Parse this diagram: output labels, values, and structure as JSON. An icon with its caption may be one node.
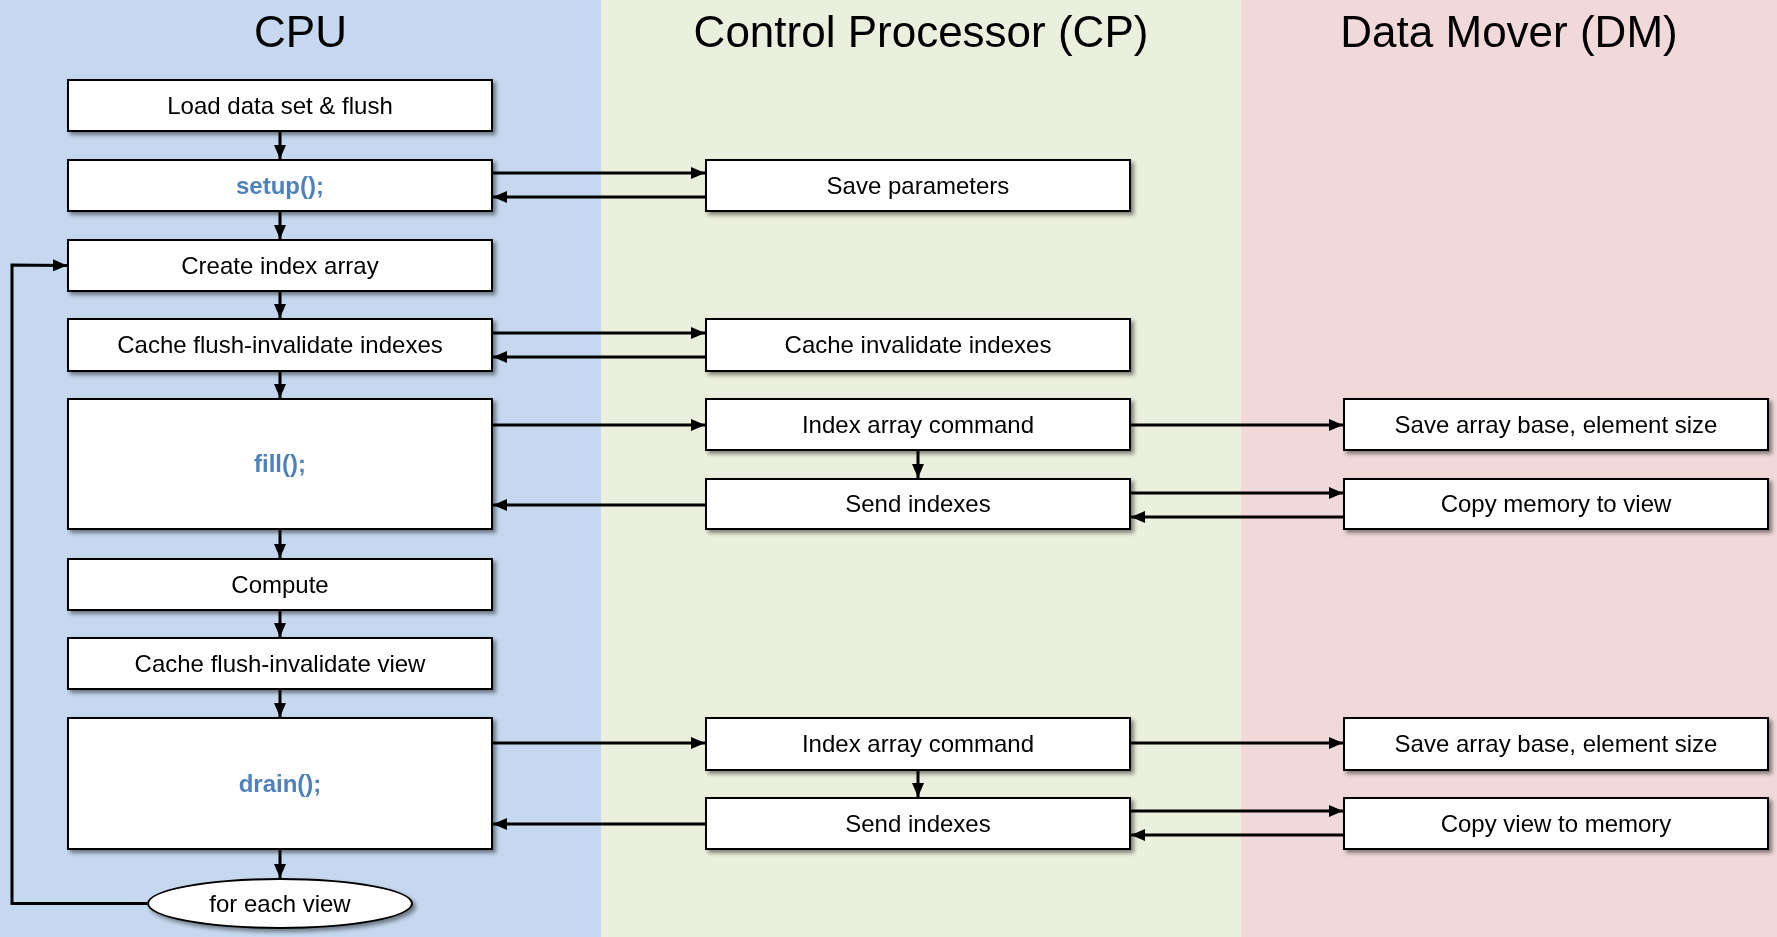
{
  "diagram": {
    "nodes": [
      {
        "text": [
          "CPU"
        ]
      },
      {
        "text": [
          "Control Processor (CP)"
        ]
      },
      {
        "text": [
          "Data Mover (DM)"
        ]
      },
      {
        "text": [
          "Load data set & flush"
        ],
        "in": 0
      },
      {
        "text": [
          "setup();"
        ],
        "in": 0
      },
      {
        "text": [
          "Create index array"
        ],
        "in": 0
      },
      {
        "text": [
          "Cache flush-invalidate indexes"
        ],
        "in": 0
      },
      {
        "text": [
          "fill();"
        ],
        "in": 0
      },
      {
        "text": [
          "Compute"
        ],
        "in": 0
      },
      {
        "text": [
          "Cache flush-invalidate view"
        ],
        "in": 0
      },
      {
        "text": [
          "drain();"
        ],
        "in": 0
      },
      {
        "text": [
          "for each view"
        ],
        "in": 0
      },
      {
        "text": [
          "Save parameters"
        ],
        "in": 1
      },
      {
        "text": [
          "Cache invalidate indexes"
        ],
        "in": 1
      },
      {
        "text": [
          "Index array command"
        ],
        "in": 1
      },
      {
        "text": [
          "Send indexes"
        ],
        "in": 1
      },
      {
        "text": [
          "Index array command"
        ],
        "in": 1
      },
      {
        "text": [
          "Send indexes"
        ],
        "in": 1
      },
      {
        "text": [
          "Save array base, element size"
        ],
        "in": 2
      },
      {
        "text": [
          "Copy memory to view"
        ],
        "in": 2
      },
      {
        "text": [
          "Save array base, element size"
        ],
        "in": 2
      },
      {
        "text": [
          "Copy view to memory"
        ],
        "in": 2
      }
    ],
    "edges": [
      {
        "from": 3,
        "to": 4,
        "arrow": "to"
      },
      {
        "from": 4,
        "to": 5,
        "arrow": "to"
      },
      {
        "from": 5,
        "to": 6,
        "arrow": "to"
      },
      {
        "from": 6,
        "to": 7,
        "arrow": "to"
      },
      {
        "from": 7,
        "to": 8,
        "arrow": "to"
      },
      {
        "from": 8,
        "to": 9,
        "arrow": "to"
      },
      {
        "from": 9,
        "to": 10,
        "arrow": "to"
      },
      {
        "from": 10,
        "to": 11,
        "arrow": "to"
      },
      {
        "from": 11,
        "to": 5,
        "arrow": "to"
      },
      {
        "from": 4,
        "to": 12,
        "arrow": "to"
      },
      {
        "from": 12,
        "to": 4,
        "arrow": "to"
      },
      {
        "from": 6,
        "to": 13,
        "arrow": "to"
      },
      {
        "from": 13,
        "to": 6,
        "arrow": "to"
      },
      {
        "from": 7,
        "to": 14,
        "arrow": "to"
      },
      {
        "from": 14,
        "to": 15,
        "arrow": "to"
      },
      {
        "from": 15,
        "to": 7,
        "arrow": "to"
      },
      {
        "from": 14,
        "to": 18,
        "arrow": "to"
      },
      {
        "from": 15,
        "to": 19,
        "arrow": "to"
      },
      {
        "from": 19,
        "to": 15,
        "arrow": "to"
      },
      {
        "from": 10,
        "to": 16,
        "arrow": "to"
      },
      {
        "from": 16,
        "to": 17,
        "arrow": "to"
      },
      {
        "from": 17,
        "to": 10,
        "arrow": "to"
      },
      {
        "from": 16,
        "to": 20,
        "arrow": "to"
      },
      {
        "from": 17,
        "to": 21,
        "arrow": "to"
      },
      {
        "from": 21,
        "to": 17,
        "arrow": "to"
      }
    ]
  }
}
